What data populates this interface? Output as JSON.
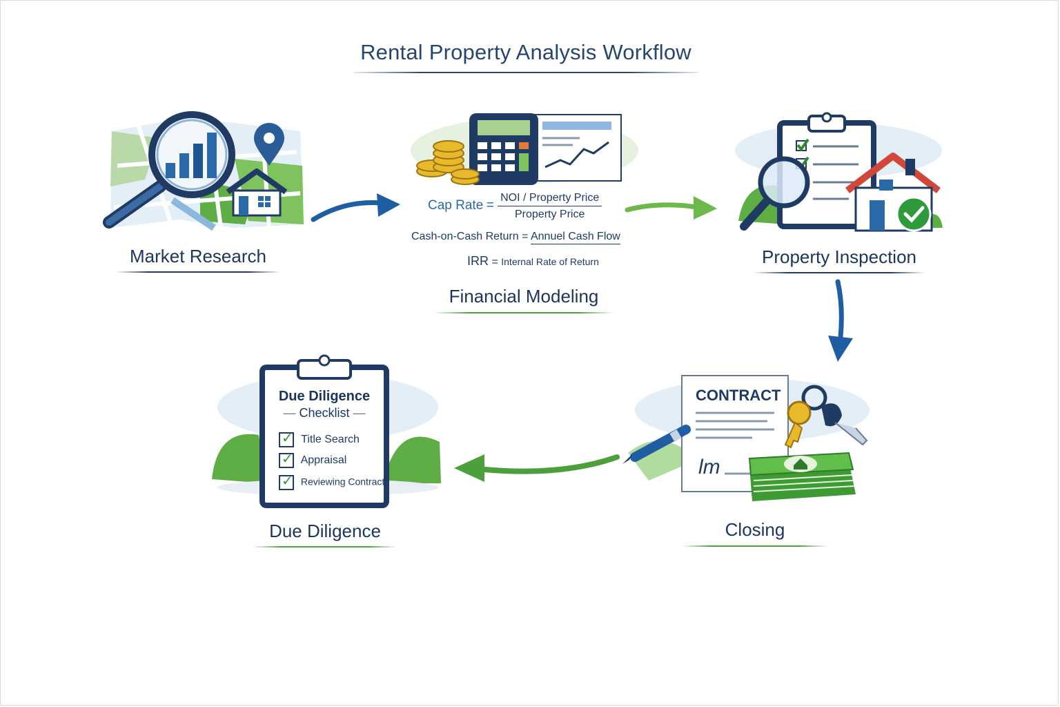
{
  "title": "Rental Property Analysis Workflow",
  "steps": {
    "market_research": {
      "label": "Market Research"
    },
    "financial_modeling": {
      "label": "Financial Modeling",
      "formulas": {
        "cap_rate_name": "Cap Rate",
        "cap_rate_numerator": "NOI / Property Price",
        "cap_rate_denominator": "Property Price",
        "coc_name": "Cash-on-Cash Return",
        "coc_value": "Annuel Cash Flow",
        "irr_name": "IRR",
        "irr_value": "Internal Rate of Return"
      }
    },
    "property_inspection": {
      "label": "Property Inspection"
    },
    "closing": {
      "label": "Closing",
      "contract_heading": "CONTRACT",
      "signature": "lm"
    },
    "due_diligence": {
      "label": "Due Diligence",
      "checklist_title": "Due Diligence",
      "checklist_subtitle": "Checklist",
      "items": [
        "Title Search",
        "Appraisal",
        "Reviewing Contracts"
      ]
    }
  },
  "colors": {
    "navy": "#1f3b63",
    "blue": "#2a6aa8",
    "green": "#4ca03c"
  },
  "icons": [
    "magnifier-icon",
    "map-pin-icon",
    "house-icon",
    "calculator-icon",
    "coins-icon",
    "chart-icon",
    "clipboard-icon",
    "checkmark-icon",
    "contract-icon",
    "keys-icon",
    "pen-icon",
    "money-icon",
    "arrow-icon"
  ]
}
